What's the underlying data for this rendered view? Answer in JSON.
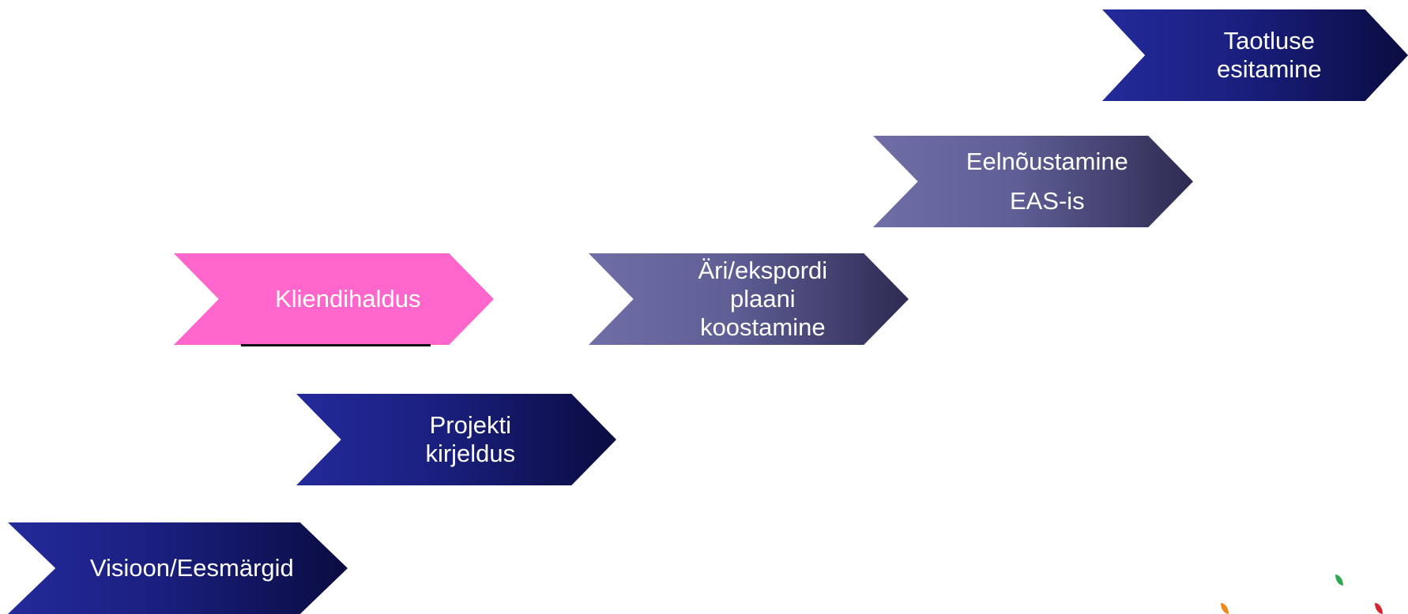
{
  "diagram": {
    "steps": [
      {
        "id": "visioon",
        "label": "Visioon/Eesmärgid",
        "style": "navy"
      },
      {
        "id": "projekt",
        "label": "Projekti kirjeldus",
        "style": "navy"
      },
      {
        "id": "kliendi",
        "label": "Kliendihaldus",
        "style": "pink"
      },
      {
        "id": "ari",
        "label": "Äri/ekspordi\nplaani\nkoostamine",
        "style": "slate"
      },
      {
        "id": "eeln",
        "label": "Eelnõustamine\nEAS-is",
        "style": "slate"
      },
      {
        "id": "taotl",
        "label": "Taotluse\nesitamine",
        "style": "navy"
      }
    ]
  },
  "colors": {
    "navy": "#1a1f7e",
    "slate": "#5f5e95",
    "pink": "#ff66cc",
    "text": "#ffffff"
  }
}
